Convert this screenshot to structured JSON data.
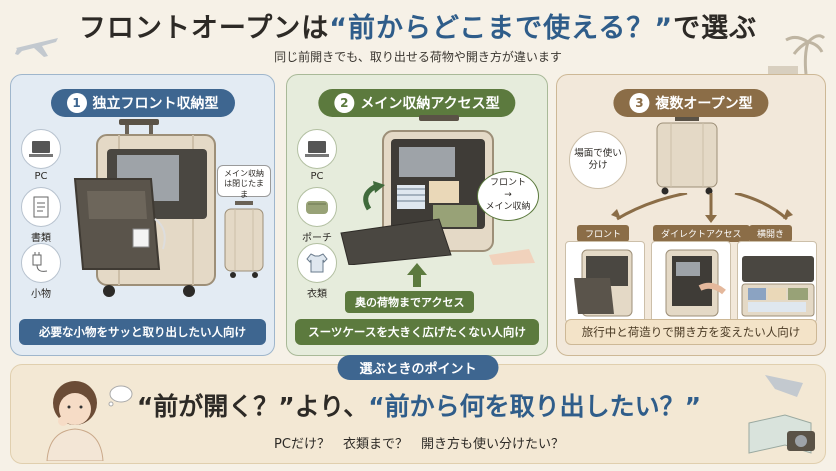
{
  "header": {
    "title_pre": "フロントオープンは",
    "title_hl": "“前からどこまで使える？”",
    "title_post": "で選ぶ",
    "subtitle": "同じ前開きでも、取り出せる荷物や開き方が違います"
  },
  "panels": [
    {
      "num": "1",
      "title": "独立フロント収納型",
      "items": [
        "PC",
        "書類",
        "小物"
      ],
      "callout": "メイン収納は閉じたまま",
      "footer": "必要な小物をサッと取り出したい人向け"
    },
    {
      "num": "2",
      "title": "メイン収納アクセス型",
      "items": [
        "PC",
        "ポーチ",
        "衣類"
      ],
      "note_line1": "フロント",
      "note_arrow": "→",
      "note_line2": "メイン収納",
      "tag": "奥の荷物までアクセス",
      "footer": "スーツケースを大きく広げたくない人向け"
    },
    {
      "num": "3",
      "title": "複数オープン型",
      "scene_note": "場面で使い分け",
      "modes": [
        "フロント",
        "ダイレクトアクセス",
        "横開き"
      ],
      "footer": "旅行中と荷造りで開き方を変えたい人向け"
    }
  ],
  "bottom": {
    "pill": "選ぶときのポイント",
    "main_pre": "“前が開く？”より、",
    "main_hl": "“前から何を取り出したい？”",
    "sub": "PCだけ？　衣類まで？　開き方も使い分けたい？"
  },
  "colors": {
    "blue": "#3e6690",
    "green": "#5c7a3e",
    "brown": "#8b6d47",
    "background": "#f6f1e7"
  }
}
